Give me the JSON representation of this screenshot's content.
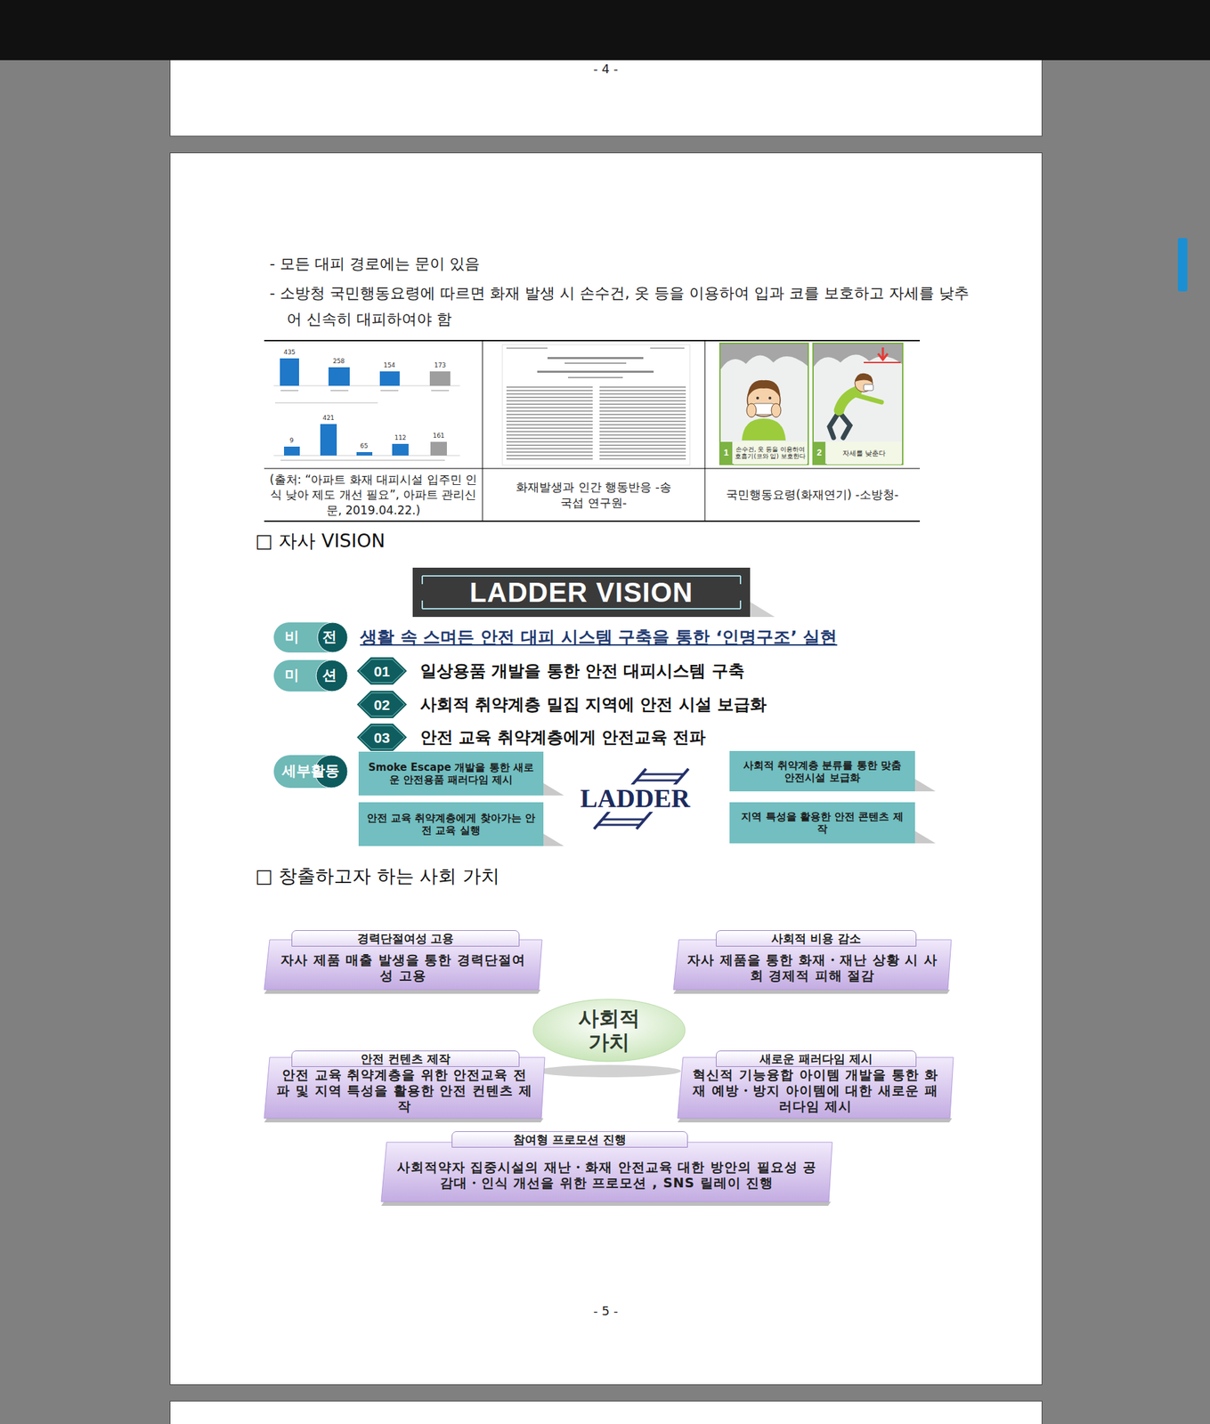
{
  "diagram": {
    "nodes": [
      {
        "text": [
          "LADDER VISION"
        ]
      },
      {
        "text": [
          "비 전"
        ]
      },
      {
        "text": [
          "미 션"
        ]
      },
      {
        "text": [
          "01"
        ]
      },
      {
        "text": [
          "02"
        ]
      },
      {
        "text": [
          "03"
        ]
      },
      {
        "text": [
          "세부활동"
        ]
      },
      {
        "text": [
          "Smoke Escape 개발을 통한 새로운 안전용품 패러다임 제시"
        ]
      },
      {
        "text": [
          "사회적 취약계층 분류를 통한 맞춤 안전시설 보급화"
        ]
      },
      {
        "text": [
          "안전 교육 취약계층에게 찾아가는 안전 교육 실행"
        ]
      },
      {
        "text": [
          "지역 특성을 활용한 안전 콘텐츠 제작"
        ]
      },
      {
        "text": [
          "경력단절여성 고용",
          "자사 제품 매출 발생을 통한 경력단절여성 고용"
        ]
      },
      {
        "text": [
          "사회적 비용 감소",
          "자사 제품을 통한 화재・재난 상황 시 사회 경제적 피해 절감"
        ]
      },
      {
        "text": [
          "사회적 가치"
        ]
      },
      {
        "text": [
          "안전 컨텐츠 제작",
          "안전 교육 취약계층을 위한 안전교육 전파 및 지역 특성을 활용한 안전 컨텐츠 제작"
        ]
      },
      {
        "text": [
          "새로운 패러다임 제시",
          "혁신적 기능융합 아이템 개발을 통한 화재 예방・방지 아이템에 대한 새로운 패러다임 제시"
        ]
      },
      {
        "text": [
          "참여형 프로모션 진행",
          "사회적약자 집중시설의 재난・화재 안전교육 대한 방안의 필요성 공감대・인식 개선을 위한 프로모션 , SNS 릴레이 진행"
        ]
      }
    ],
    "labels": [
      "- 4 -",
      "- 모든 대피 경로에는 문이 있음",
      "- 소방청 국민행동요령에 따르면 화재 발생 시 손수건, 옷 등을 이용하여 입과 코를 보호하고 자세를 낮추어 신속히 대피하여야 함",
      "435",
      "258",
      "154",
      "173",
      "9",
      "421",
      "65",
      "112",
      "161",
      "1",
      "손수건, 옷 등을 이용하여 호흡기(코와 입) 보호한다",
      "2",
      "자세를 낮춘다",
      "(출처: “아파트 화재 대피시설 입주민 인식 낮아 제도 개선 필요”, 아파트 관리신문, 2019.04.22.)",
      "화재발생과 인간 행동반응 -송국섭 연구원-",
      "국민행동요령(화재연기) -소방청-",
      "□ 자사 VISION",
      "생활 속 스며든 안전 대피 시스템 구축을 통한 ‘인명구조’ 실현",
      "일상용품 개발을 통한 안전 대피시스템 구축",
      "사회적 취약계층 밀집 지역에 안전 시설 보급화",
      "안전 교육 취약계층에게 안전교육 전파",
      "LADDER",
      "□ 창출하고자 하는 사회 가치",
      "- 5 -"
    ]
  }
}
